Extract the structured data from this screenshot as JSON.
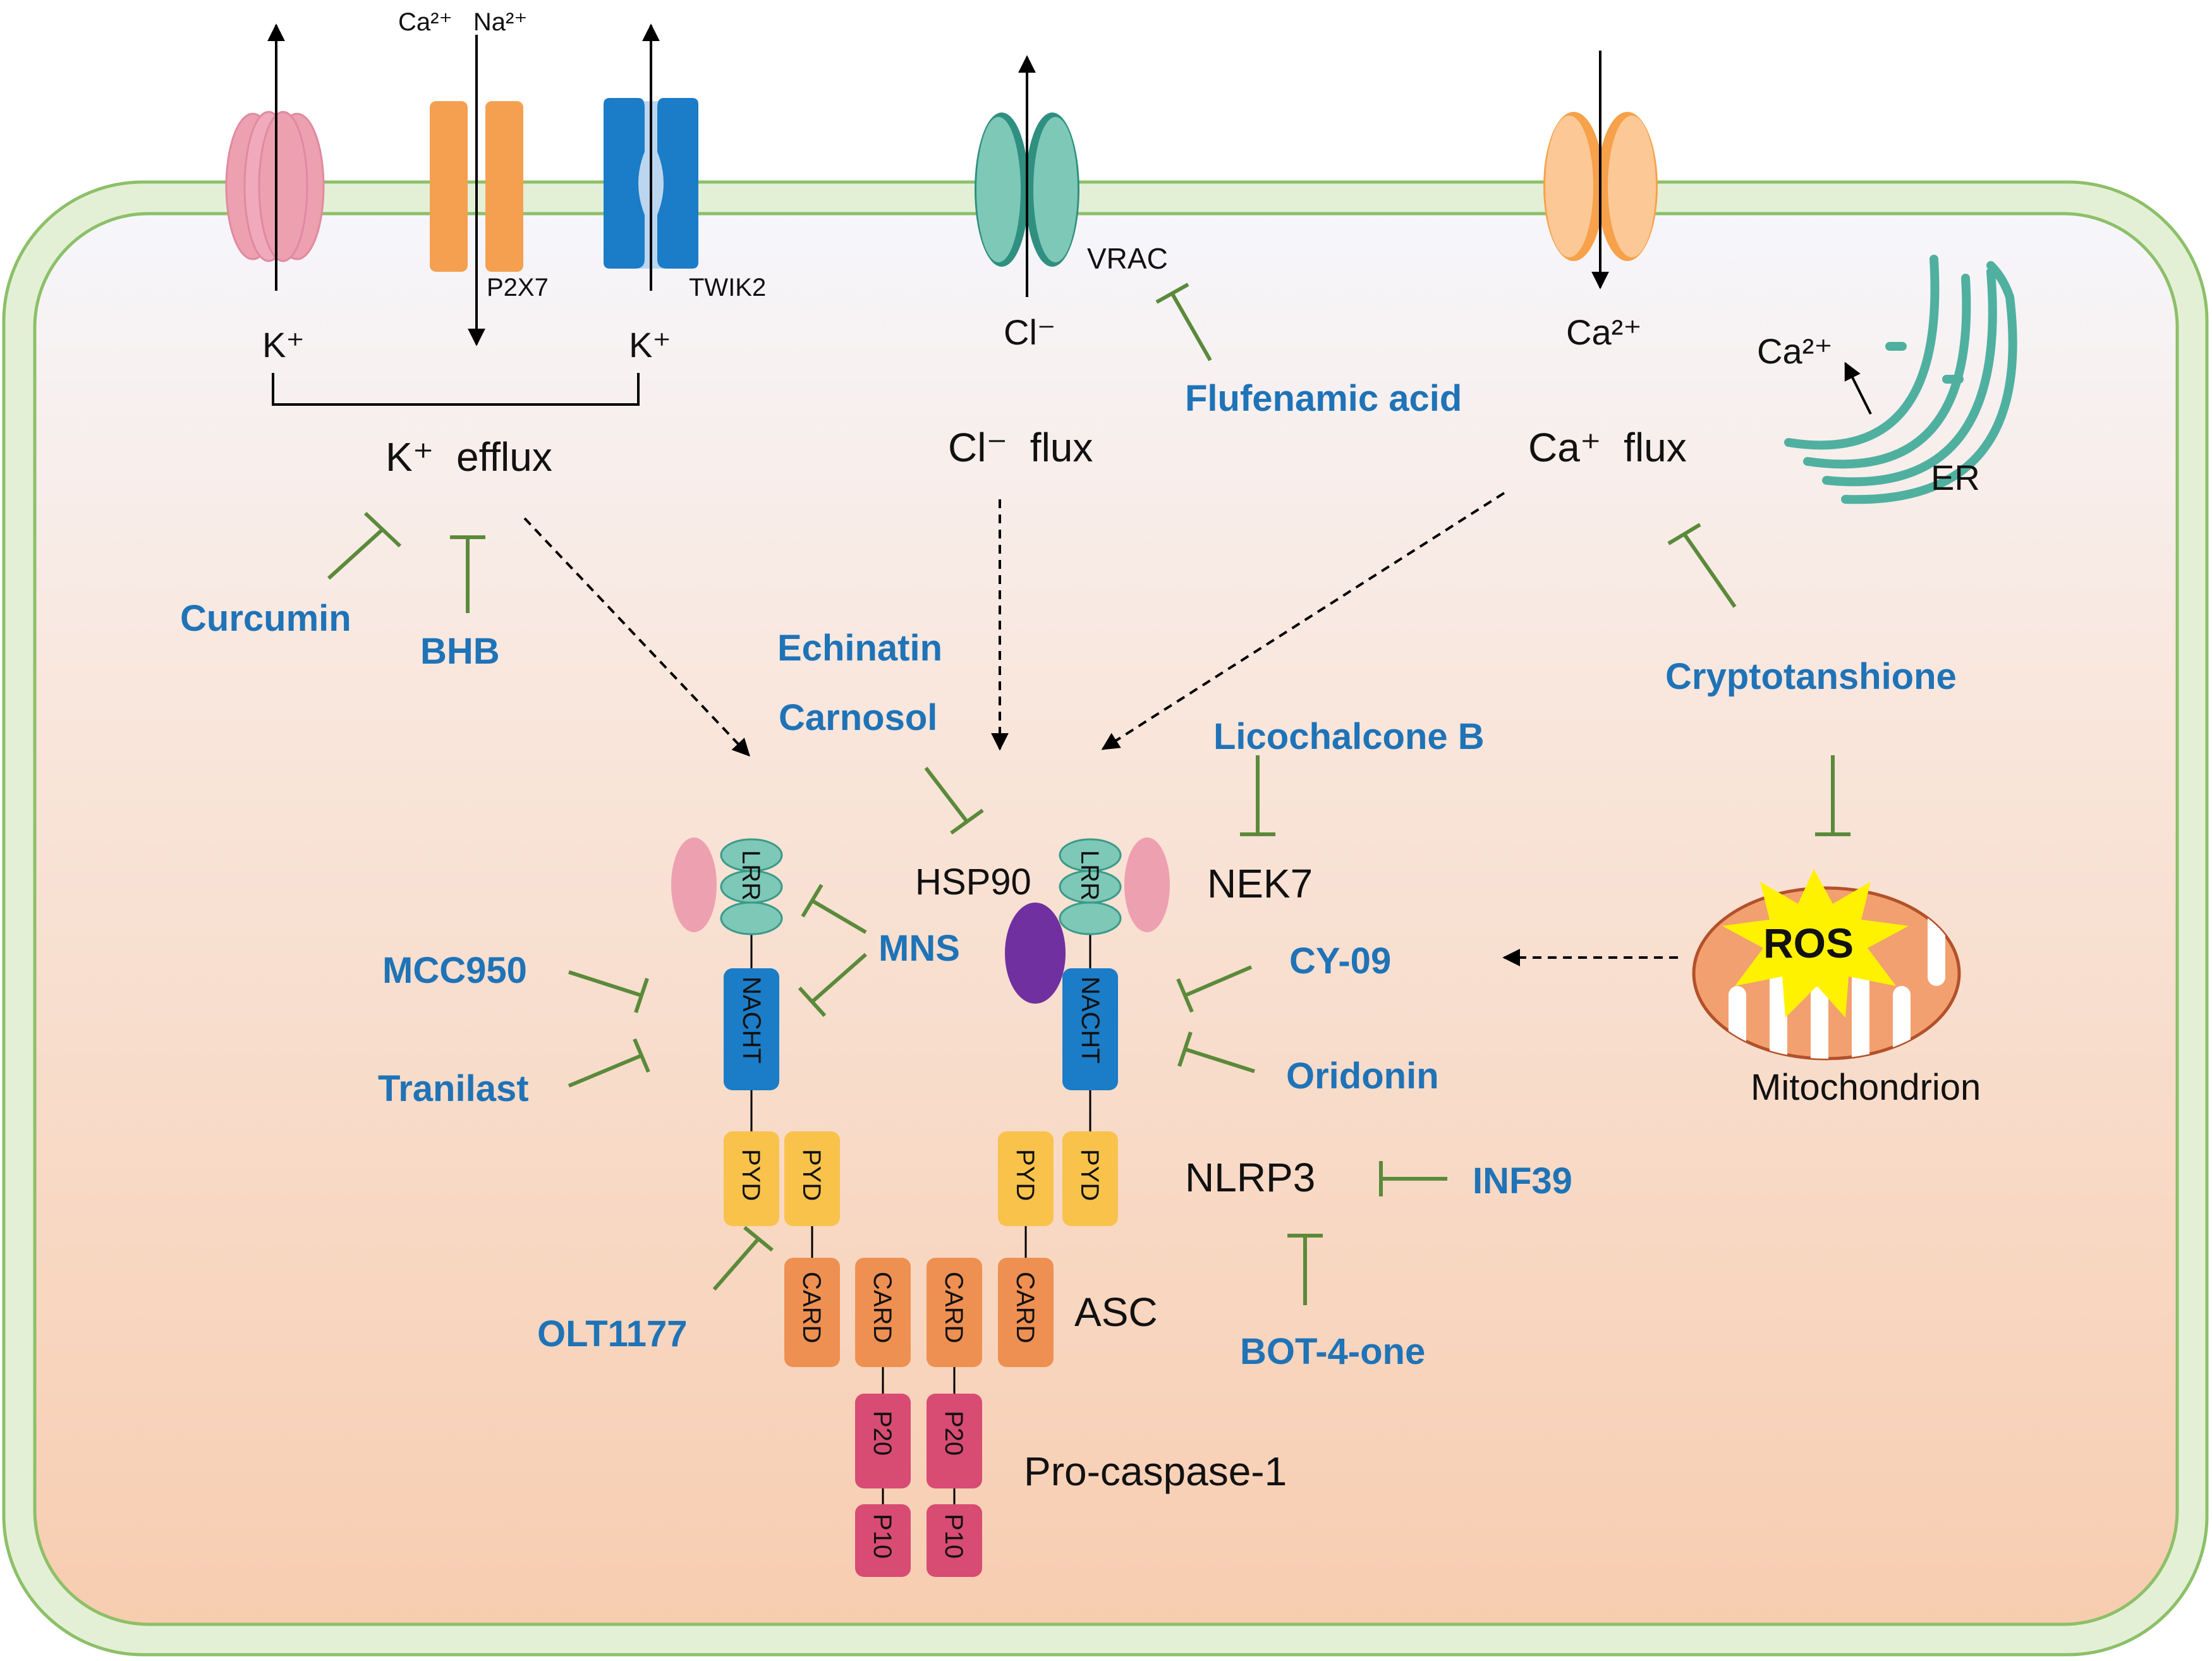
{
  "colors": {
    "membrane_fill": "#e4f0d6",
    "membrane_stroke": "#8cc068",
    "cytoplasm_top": "#f5f5fa",
    "cytoplasm_bottom": "#f7cdb0",
    "drug_text": "#1f73b7",
    "inhibitor_line": "#5a8a3a",
    "lrr": "#7ec8b8",
    "nacht": "#1b7cc7",
    "pyd": "#f9c24a",
    "card": "#ee9052",
    "caspase": "#d84b73",
    "nek7": "#eda0b0",
    "hsp90": "#7030a0",
    "k_channel": "#eda0b0",
    "p2x7": "#f4a050",
    "twik2": "#1b7cc7",
    "vrac": "#4fb0a0",
    "ca_channel": "#f7a14a",
    "er": "#4fb0a0",
    "mitochondrion": "#f2a070",
    "ros_burst": "#fff200"
  },
  "channels": {
    "k_channel_label": "K⁺",
    "p2x7_ions": "Ca²⁺   Na²⁺",
    "p2x7_label": "P2X7",
    "twik2_label": "TWIK2",
    "twik2_ion": "K⁺",
    "vrac_label": "VRAC",
    "vrac_ion": "Cl⁻",
    "ca_ion": "Ca²⁺",
    "er_ion": "Ca²⁺",
    "er_label": "ER"
  },
  "fluxes": {
    "k_efflux": "K⁺  efflux",
    "cl_flux": "Cl⁻  flux",
    "ca_flux": "Ca⁺  flux"
  },
  "inhibitors": {
    "curcumin": "Curcumin",
    "bhb": "BHB",
    "flufenamic_acid": "Flufenamic acid",
    "echinatin": "Echinatin",
    "carnosol": "Carnosol",
    "licochalcone_b": "Licochalcone B",
    "cryptotanshione": "Cryptotanshione",
    "mcc950": "MCC950",
    "tranilast": "Tranilast",
    "mns": "MNS",
    "cy09": "CY-09",
    "oridonin": "Oridonin",
    "inf39": "INF39",
    "olt1177": "OLT1177",
    "bot4one": "BOT-4-one"
  },
  "proteins": {
    "hsp90": "HSP90",
    "nek7": "NEK7",
    "nlrp3": "NLRP3",
    "asc": "ASC",
    "pro_caspase": "Pro-caspase-1",
    "mitochondrion": "Mitochondrion",
    "ros": "ROS"
  },
  "domains": {
    "lrr": "LRR",
    "nacht": "NACHT",
    "pyd": "PYD",
    "card": "CARD",
    "p20": "P20",
    "p10": "P10"
  }
}
